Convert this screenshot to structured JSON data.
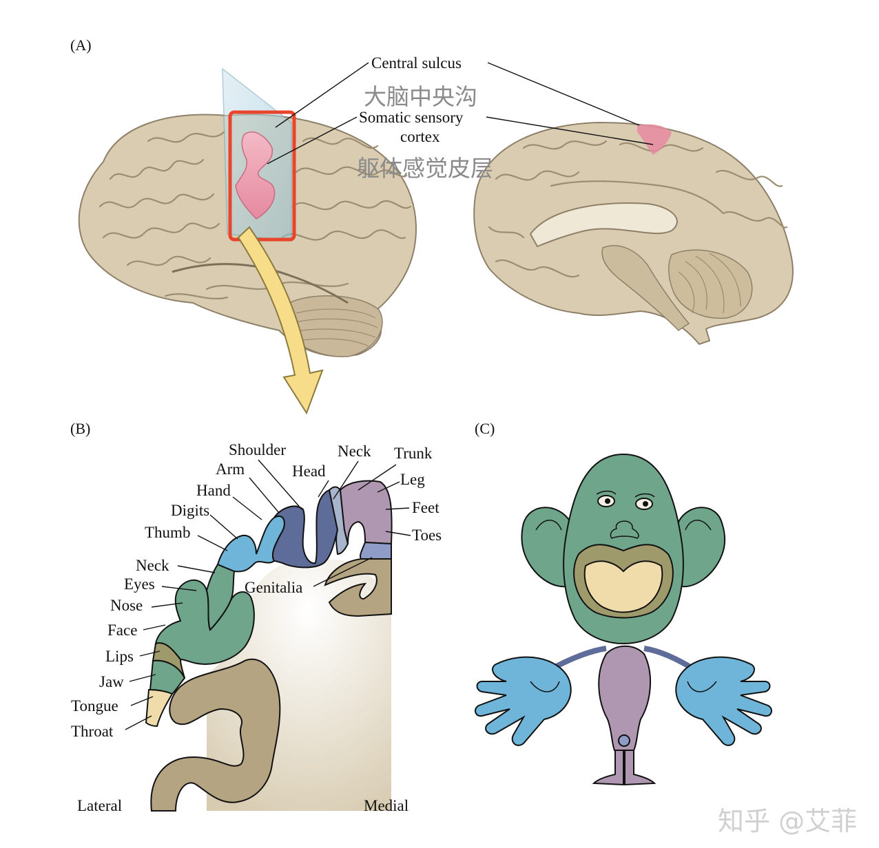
{
  "panels": {
    "a": "(A)",
    "b": "(B)",
    "c": "(C)"
  },
  "panel_a": {
    "central_sulcus": "Central sulcus",
    "central_sulcus_cn": "大脑中央沟",
    "somatic_sensory_line1": "Somatic sensory",
    "somatic_sensory_line2": "cortex",
    "somatic_sensory_cn": "躯体感觉皮层"
  },
  "panel_b": {
    "labels": {
      "shoulder": "Shoulder",
      "neck_top": "Neck",
      "trunk": "Trunk",
      "arm": "Arm",
      "head": "Head",
      "leg": "Leg",
      "hand": "Hand",
      "feet": "Feet",
      "digits": "Digits",
      "thumb": "Thumb",
      "toes": "Toes",
      "neck_side": "Neck",
      "eyes": "Eyes",
      "genitalia": "Genitalia",
      "nose": "Nose",
      "face": "Face",
      "lips": "Lips",
      "jaw": "Jaw",
      "tongue": "Tongue",
      "throat": "Throat"
    },
    "lateral": "Lateral",
    "medial": "Medial"
  },
  "watermark": "知乎 @艾菲",
  "colors": {
    "highlight_box": "#e8452c",
    "arrow_fill": "#f7dc8a",
    "brain_fill": "#d8ccb2",
    "green": "#6fa58a",
    "light_blue": "#6fb4d9",
    "slate_blue": "#5e6c99",
    "pale_blue": "#a7b4cc",
    "mauve": "#b097b1",
    "lavender": "#8e9cc7",
    "olive": "#9e9a6c",
    "cream": "#f0dcaa",
    "taupe": "#b5a481"
  }
}
